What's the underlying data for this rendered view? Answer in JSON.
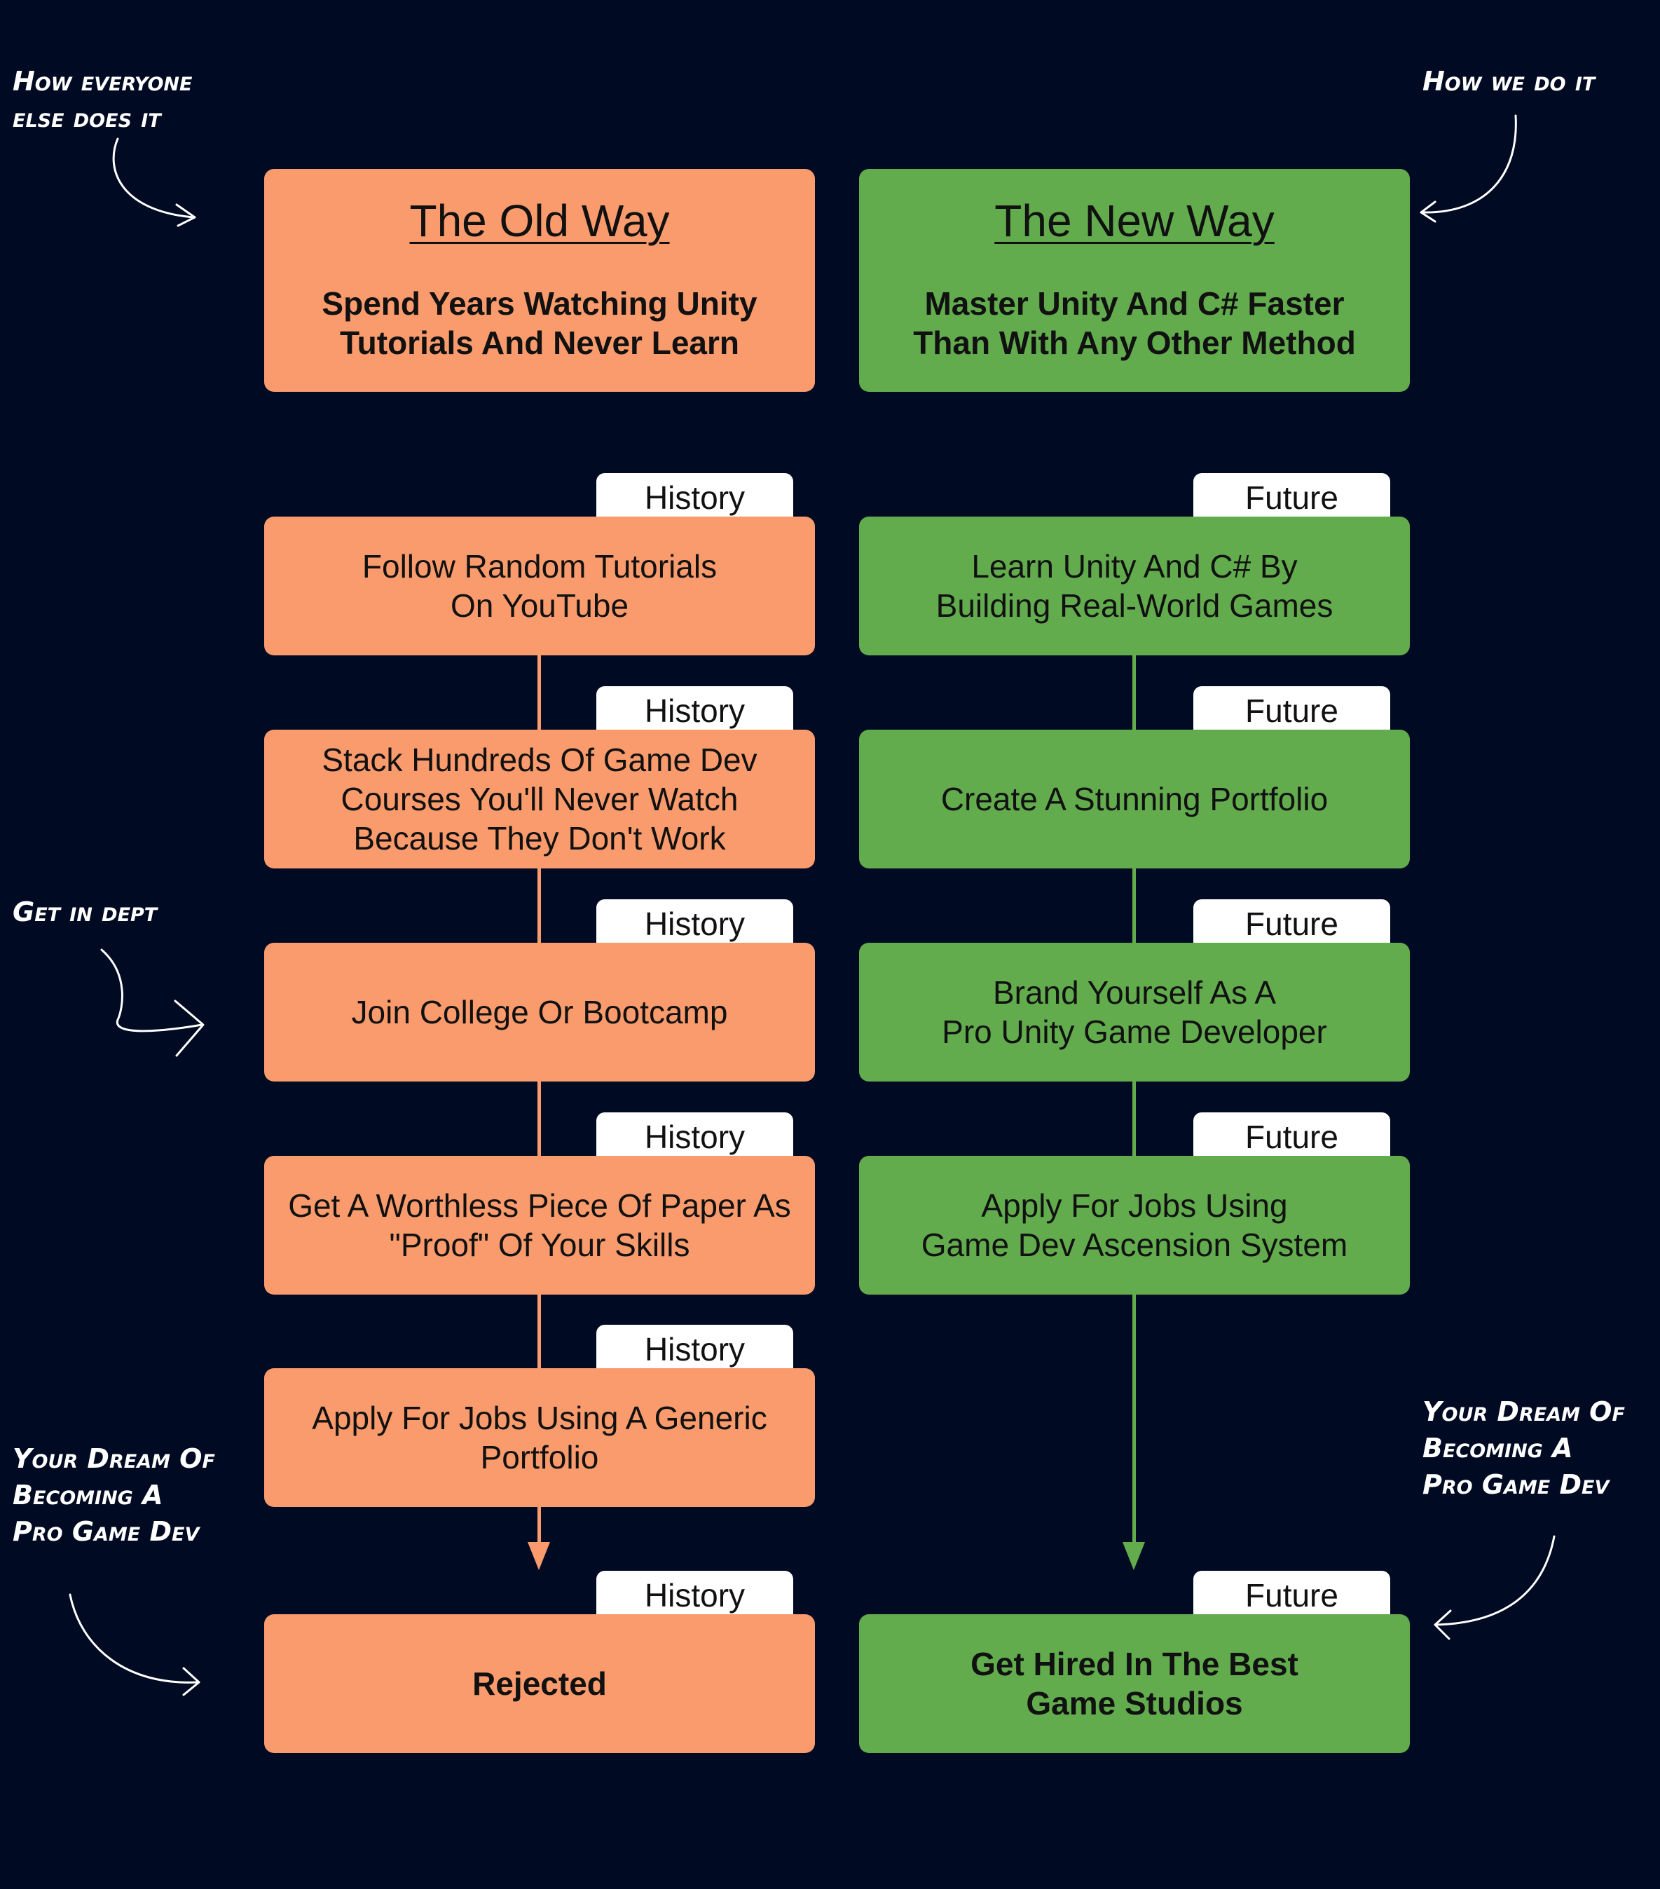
{
  "notes": {
    "top_left": "How everyone\nelse does it",
    "top_right": "How we do it",
    "mid_left": "Get in dept",
    "bottom_left": "Your Dream Of\nBecoming A\nPro Game Dev",
    "bottom_right": "Your Dream Of\nBecoming A\nPro Game Dev"
  },
  "old_way": {
    "title": "The Old Way",
    "subtitle_line1": "Spend Years Watching Unity",
    "subtitle_line2": "Tutorials And Never Learn",
    "tag": "History",
    "steps": [
      {
        "line1": "Follow Random Tutorials",
        "line2": "On YouTube"
      },
      {
        "line1": "Stack Hundreds Of Game Dev",
        "line2": "Courses You'll Never Watch",
        "line3": "Because They Don't Work"
      },
      {
        "line1": "Join College Or Bootcamp"
      },
      {
        "line1": "Get A Worthless Piece Of Paper As",
        "line2": "\"Proof\" Of Your Skills"
      },
      {
        "line1": "Apply For Jobs Using A Generic",
        "line2": "Portfolio"
      }
    ],
    "final": {
      "line1": "Rejected"
    }
  },
  "new_way": {
    "title": "The New Way",
    "subtitle_line1": "Master Unity And C# Faster",
    "subtitle_line2": "Than With Any Other Method",
    "tag": "Future",
    "steps": [
      {
        "line1": "Learn Unity And C# By",
        "line2": "Building Real-World Games"
      },
      {
        "line1": "Create A Stunning Portfolio"
      },
      {
        "line1": "Brand Yourself As A",
        "line2": "Pro Unity Game Developer"
      },
      {
        "line1": "Apply For Jobs Using",
        "line2": "Game Dev Ascension System"
      }
    ],
    "final": {
      "line1": "Get Hired In The Best",
      "line2": "Game Studios"
    }
  },
  "colors": {
    "background": "#000a22",
    "old": "#f99b6c",
    "new": "#62ac4e",
    "tag": "#ffffff"
  }
}
